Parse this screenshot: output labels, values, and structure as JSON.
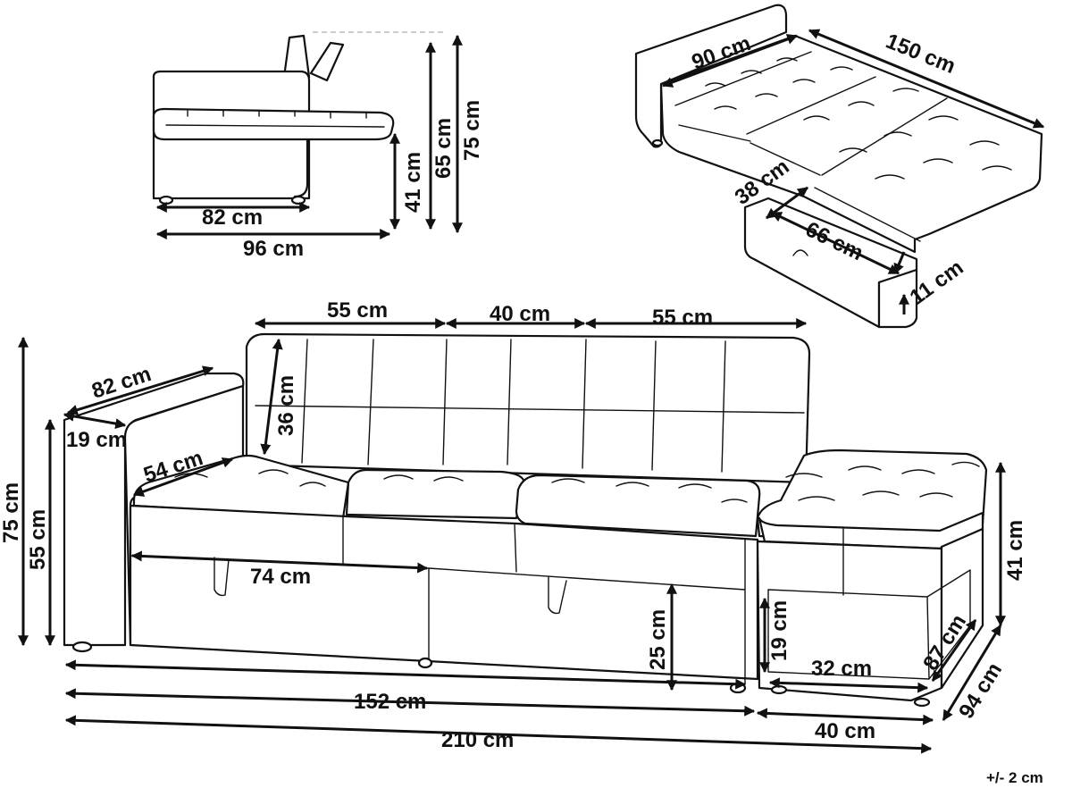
{
  "tolerance": "+/- 2 cm",
  "side_view": {
    "seat_depth": "82 cm",
    "total_depth": "96 cm",
    "seat_height": "41 cm",
    "back_height": "65 cm",
    "total_height": "75 cm"
  },
  "bed_view": {
    "bed_width": "90 cm",
    "bed_length": "150 cm",
    "drawer_depth": "38 cm",
    "drawer_length": "66 cm",
    "drawer_height": "11 cm"
  },
  "front_view": {
    "left_seat_width": "55 cm",
    "middle_seat_width": "40 cm",
    "right_seat_width": "55 cm",
    "armrest_length": "82 cm",
    "armrest_width": "19 cm",
    "backrest_height": "36 cm",
    "seat_depth": "54 cm",
    "total_height": "75 cm",
    "armrest_height": "55 cm",
    "storage_width": "74 cm",
    "storage_height": "25 cm",
    "sofa_width": "152 cm",
    "total_width": "210 cm",
    "ottoman_height": "41 cm",
    "ottoman_inner_height": "19 cm",
    "ottoman_inner_width": "32 cm",
    "ottoman_inner_depth": "87 cm",
    "ottoman_depth": "94 cm",
    "ottoman_width": "40 cm"
  }
}
